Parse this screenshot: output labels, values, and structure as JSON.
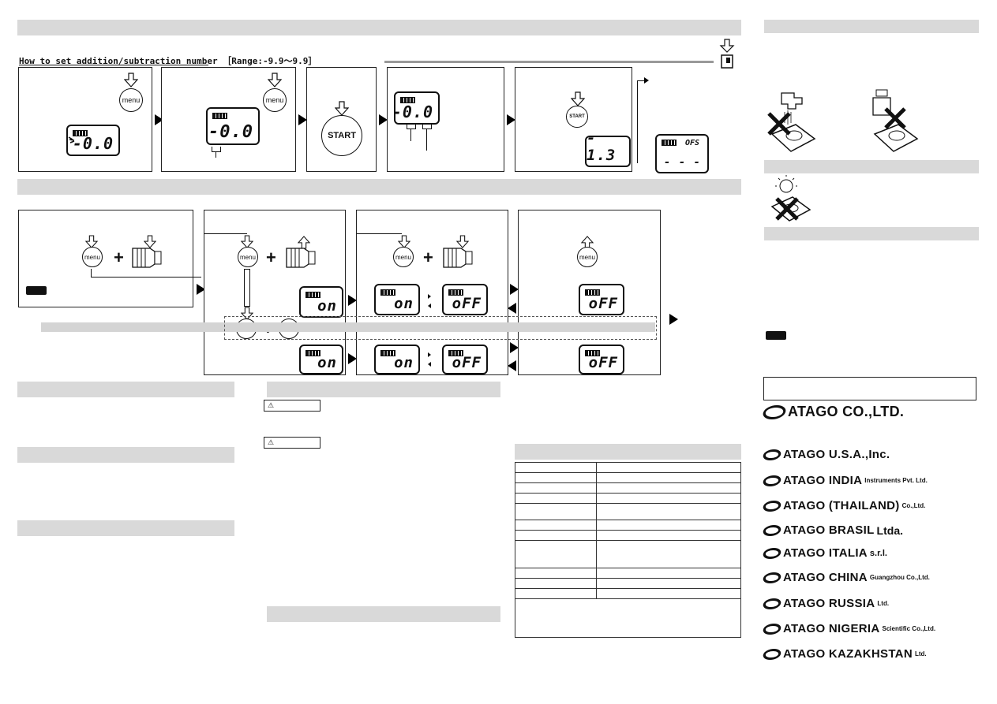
{
  "section_title": "How to set addition/subtraction number ［Range:-9.9～9.9］",
  "buttons": {
    "menu": "menu",
    "start": "START"
  },
  "displays": {
    "step1": "-0.0",
    "step2": "-0.0",
    "step4": "-0.0",
    "step5": "- 1.3",
    "ofs_label": "OFS",
    "ofs_value": "- - -",
    "on": "on",
    "off": "oFF"
  },
  "updown_glyph": "▲▼",
  "caution_label": "⚠",
  "logos": [
    {
      "main": "ATAGO CO.,LTD.",
      "sub": ""
    },
    {
      "main": "ATAGO U.S.A.,Inc.",
      "sub": ""
    },
    {
      "main": "ATAGO INDIA",
      "sub": "Instruments Pvt. Ltd."
    },
    {
      "main": "ATAGO (THAILAND)",
      "sub": "Co.,Ltd."
    },
    {
      "main": "ATAGO BRASIL",
      "sub": "Ltda."
    },
    {
      "main": "ATAGO ITALIA",
      "sub": "s.r.l."
    },
    {
      "main": "ATAGO CHINA",
      "sub": "Guangzhou Co.,Ltd."
    },
    {
      "main": "ATAGO RUSSIA",
      "sub": "Ltd."
    },
    {
      "main": "ATAGO NIGERIA",
      "sub": "Scientific Co.,Ltd."
    },
    {
      "main": "ATAGO KAZAKHSTAN",
      "sub": "Ltd."
    }
  ],
  "colors": {
    "section_bar": "#d9d9d9",
    "ink": "#111111"
  }
}
